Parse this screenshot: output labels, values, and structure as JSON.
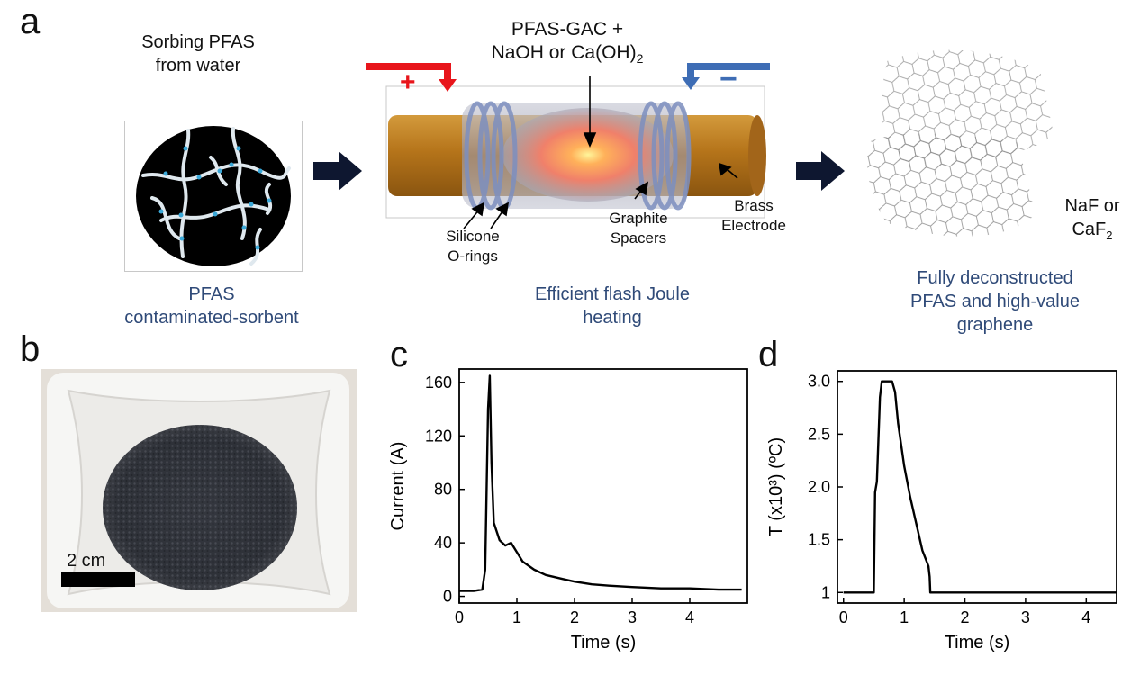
{
  "panels": {
    "a": "a",
    "b": "b",
    "c": "c",
    "d": "d"
  },
  "panel_a": {
    "step1_top": [
      "Sorbing PFAS",
      "from water"
    ],
    "step1_bottom": [
      "PFAS",
      "contaminated-sorbent"
    ],
    "step2_top_line1": "PFAS-GAC +",
    "step2_top_line2": "NaOH or Ca(OH)",
    "step2_top_sub": "2",
    "step2_bottom": [
      "Efficient flash Joule",
      "heating"
    ],
    "silicone": [
      "Silicone",
      "O-rings"
    ],
    "graphite": [
      "Graphite",
      "Spacers"
    ],
    "brass": [
      "Brass",
      "Electrode"
    ],
    "plus_sign": "+",
    "minus_sign": "−",
    "salt_line1": "NaF or",
    "salt_line2": "CaF",
    "salt_sub": "2",
    "step3_bottom": [
      "Fully deconstructed",
      "PFAS and high-value",
      "graphene"
    ],
    "colors": {
      "positive": "#e8151b",
      "negative": "#3e6db5",
      "rod": "#b9781d",
      "caption": "#2f4a78"
    }
  },
  "panel_b": {
    "scale_label": "2 cm"
  },
  "chart_data": [
    {
      "id": "c",
      "type": "line",
      "xlabel": "Time (s)",
      "ylabel": "Current (A)",
      "xlim": [
        0,
        5
      ],
      "ylim": [
        -5,
        170
      ],
      "xticks": [
        0,
        1,
        2,
        3,
        4
      ],
      "yticks": [
        0,
        40,
        80,
        120,
        160
      ],
      "series": [
        {
          "x": [
            0,
            0.25,
            0.4,
            0.45,
            0.5,
            0.53,
            0.56,
            0.6,
            0.7,
            0.8,
            0.9,
            1.0,
            1.1,
            1.3,
            1.5,
            1.8,
            2.0,
            2.3,
            2.6,
            3.0,
            3.5,
            4.0,
            4.5,
            4.9
          ],
          "y": [
            4,
            4,
            5,
            20,
            140,
            165,
            100,
            55,
            42,
            38,
            40,
            33,
            26,
            20,
            16,
            13,
            11,
            9,
            8,
            7,
            6,
            6,
            5,
            5
          ]
        }
      ]
    },
    {
      "id": "d",
      "type": "line",
      "xlabel": "Time (s)",
      "ylabel": "T (x10³) (ºC)",
      "xlim": [
        -0.1,
        4.5
      ],
      "ylim": [
        0.9,
        3.1
      ],
      "xticks": [
        0,
        1,
        2,
        3,
        4
      ],
      "yticks": [
        1,
        1.5,
        2.0,
        2.5,
        3.0
      ],
      "ytick_labels": [
        "1",
        "1.5",
        "2.0",
        "2.5",
        "3.0"
      ],
      "series": [
        {
          "x": [
            0,
            0.5,
            0.52,
            0.55,
            0.6,
            0.63,
            0.65,
            0.7,
            0.8,
            0.85,
            0.9,
            1.0,
            1.1,
            1.2,
            1.3,
            1.4,
            1.42,
            1.43,
            4.5
          ],
          "y": [
            1,
            1,
            1.95,
            2.05,
            2.85,
            3.0,
            3.0,
            3.0,
            3.0,
            2.9,
            2.6,
            2.2,
            1.9,
            1.65,
            1.4,
            1.25,
            1.15,
            1,
            1
          ]
        }
      ]
    }
  ]
}
